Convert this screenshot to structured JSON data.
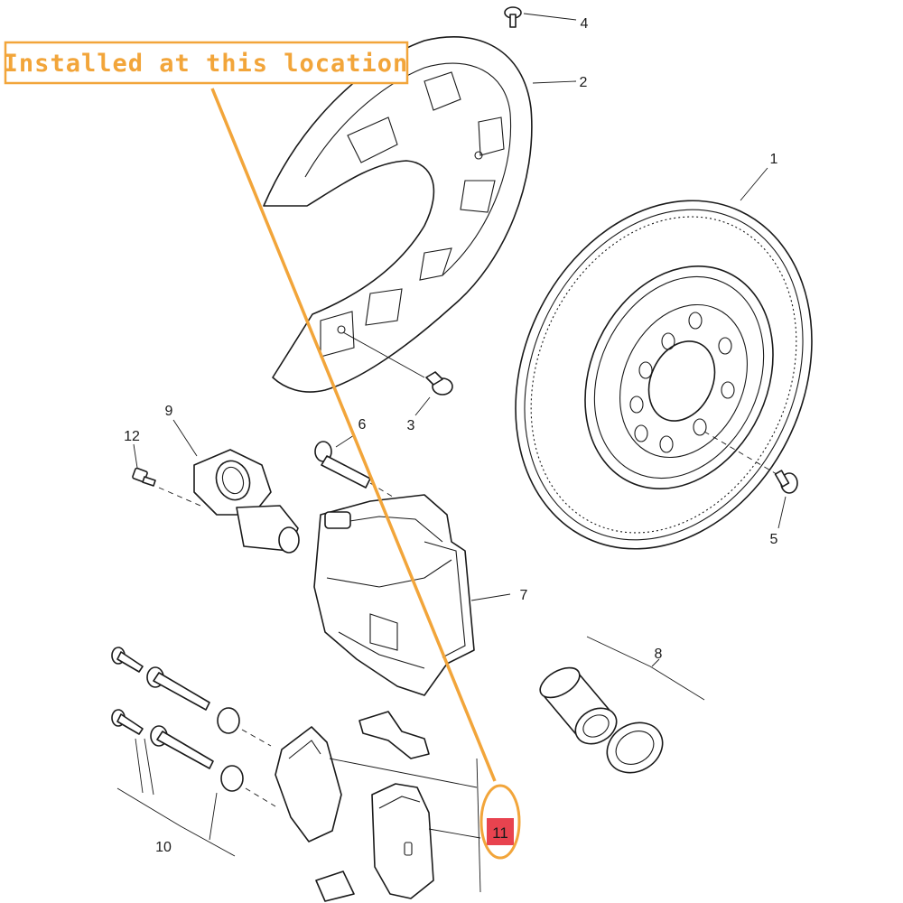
{
  "callout": {
    "text": "Installed at this location"
  },
  "highlight": {
    "label": "11",
    "color": "#e8434f",
    "outline_color": "#f2a53a"
  },
  "parts": [
    {
      "label": "1"
    },
    {
      "label": "2"
    },
    {
      "label": "3"
    },
    {
      "label": "4"
    },
    {
      "label": "5"
    },
    {
      "label": "6"
    },
    {
      "label": "7"
    },
    {
      "label": "8"
    },
    {
      "label": "9"
    },
    {
      "label": "10"
    },
    {
      "label": "12"
    }
  ]
}
